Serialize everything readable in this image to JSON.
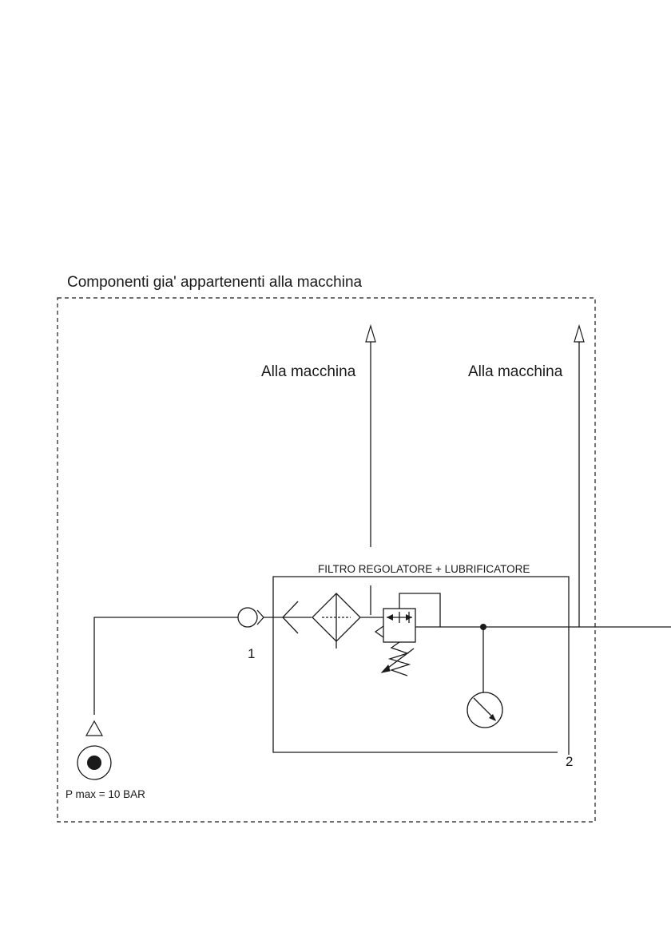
{
  "diagram": {
    "boundary_title": "Componenti gia' appartenenti alla macchina",
    "outlet_left_label": "Alla macchina",
    "outlet_right_label": "Alla macchina",
    "unit_title": "FILTRO REGOLATORE + LUBRIFICATORE",
    "port_1_label": "1",
    "port_2_label": "2",
    "supply_pressure_label": "P max = 10 BAR"
  }
}
